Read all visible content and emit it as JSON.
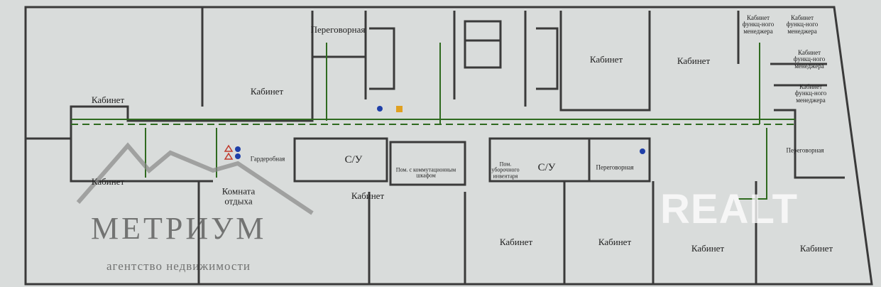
{
  "rooms": {
    "meeting_top": "Переговорная",
    "office_left": "Кабинет",
    "office_center_left": "Кабинет",
    "office_top_mid": "Кабинет",
    "office_top_right": "Кабинет",
    "manager_1": "Кабинет функц-ного менеджера",
    "manager_2": "Кабинет функц-ного менеджера",
    "manager_3": "Кабинет функц-ного менеджера",
    "manager_4": "Кабинет функц-ного менеджера",
    "wardrobe": "Гардеробная",
    "wc_1": "С/У",
    "switch_room": "Пом. с коммутационным шкафом",
    "office_center": "Кабинет",
    "cleaning_room": "Пом. уборочного инвентаря",
    "wc_2": "С/У",
    "meeting_mid": "Переговорная",
    "meeting_right": "Переговорная",
    "office_bottom_left": "Кабинет",
    "rest_room": "Комната отдыха",
    "office_bottom_1": "Кабинет",
    "office_bottom_2": "Кабинет",
    "office_bottom_3": "Кабинет",
    "office_bottom_4": "Кабинет"
  },
  "watermarks": {
    "agency_name": "МЕТРИУМ",
    "agency_tagline": "агентство недвижимости",
    "site": "REALT"
  },
  "colors": {
    "wall": "#3a3a3a",
    "evacuation": "#2f6a1f",
    "extinguisher": "#1f3fa8",
    "alarm": "#c0392b"
  }
}
